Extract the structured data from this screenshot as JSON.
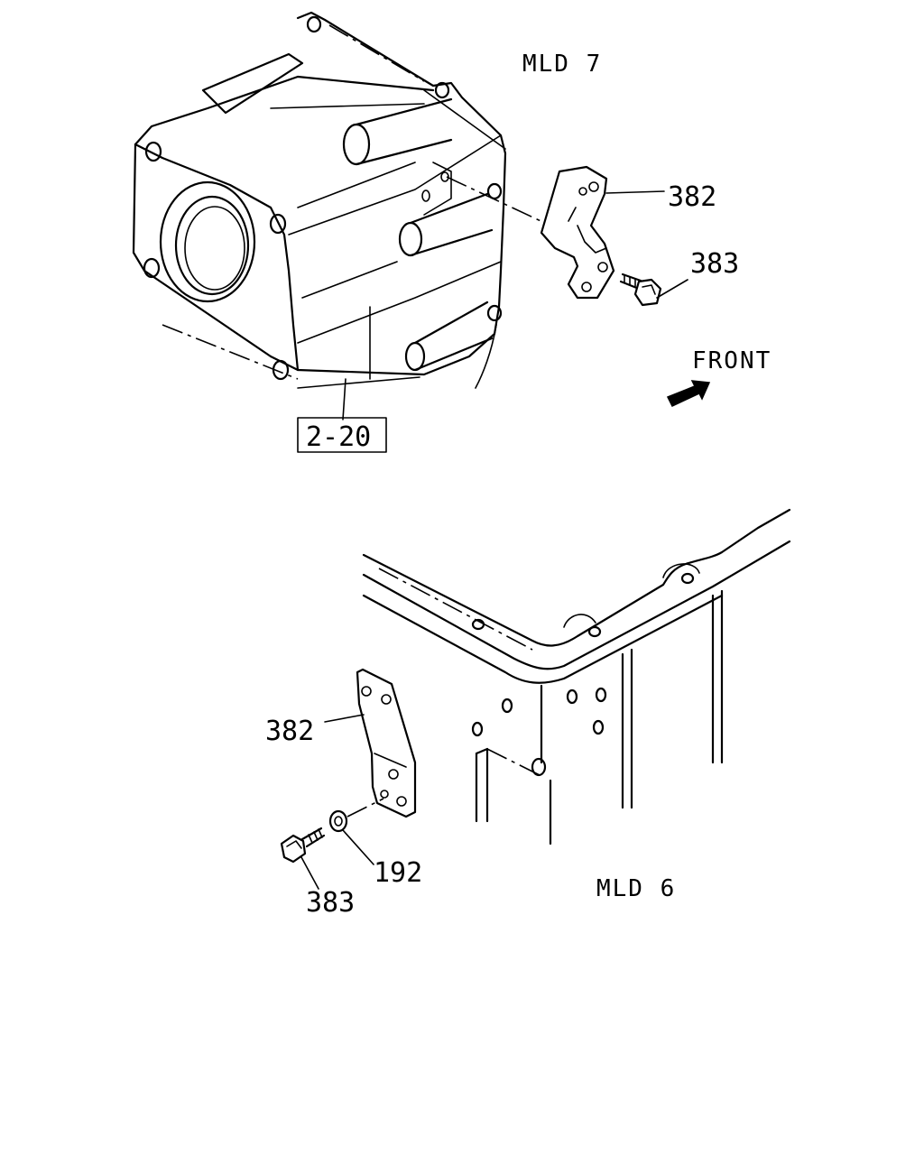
{
  "diagram": {
    "upper_view": {
      "model_label": "MLD 7",
      "callouts": {
        "bracket": "382",
        "bolt": "383",
        "reference_box": "2-20"
      },
      "direction_label": "FRONT"
    },
    "lower_view": {
      "model_label": "MLD 6",
      "callouts": {
        "bracket": "382",
        "bolt": "383",
        "washer": "192"
      }
    }
  }
}
